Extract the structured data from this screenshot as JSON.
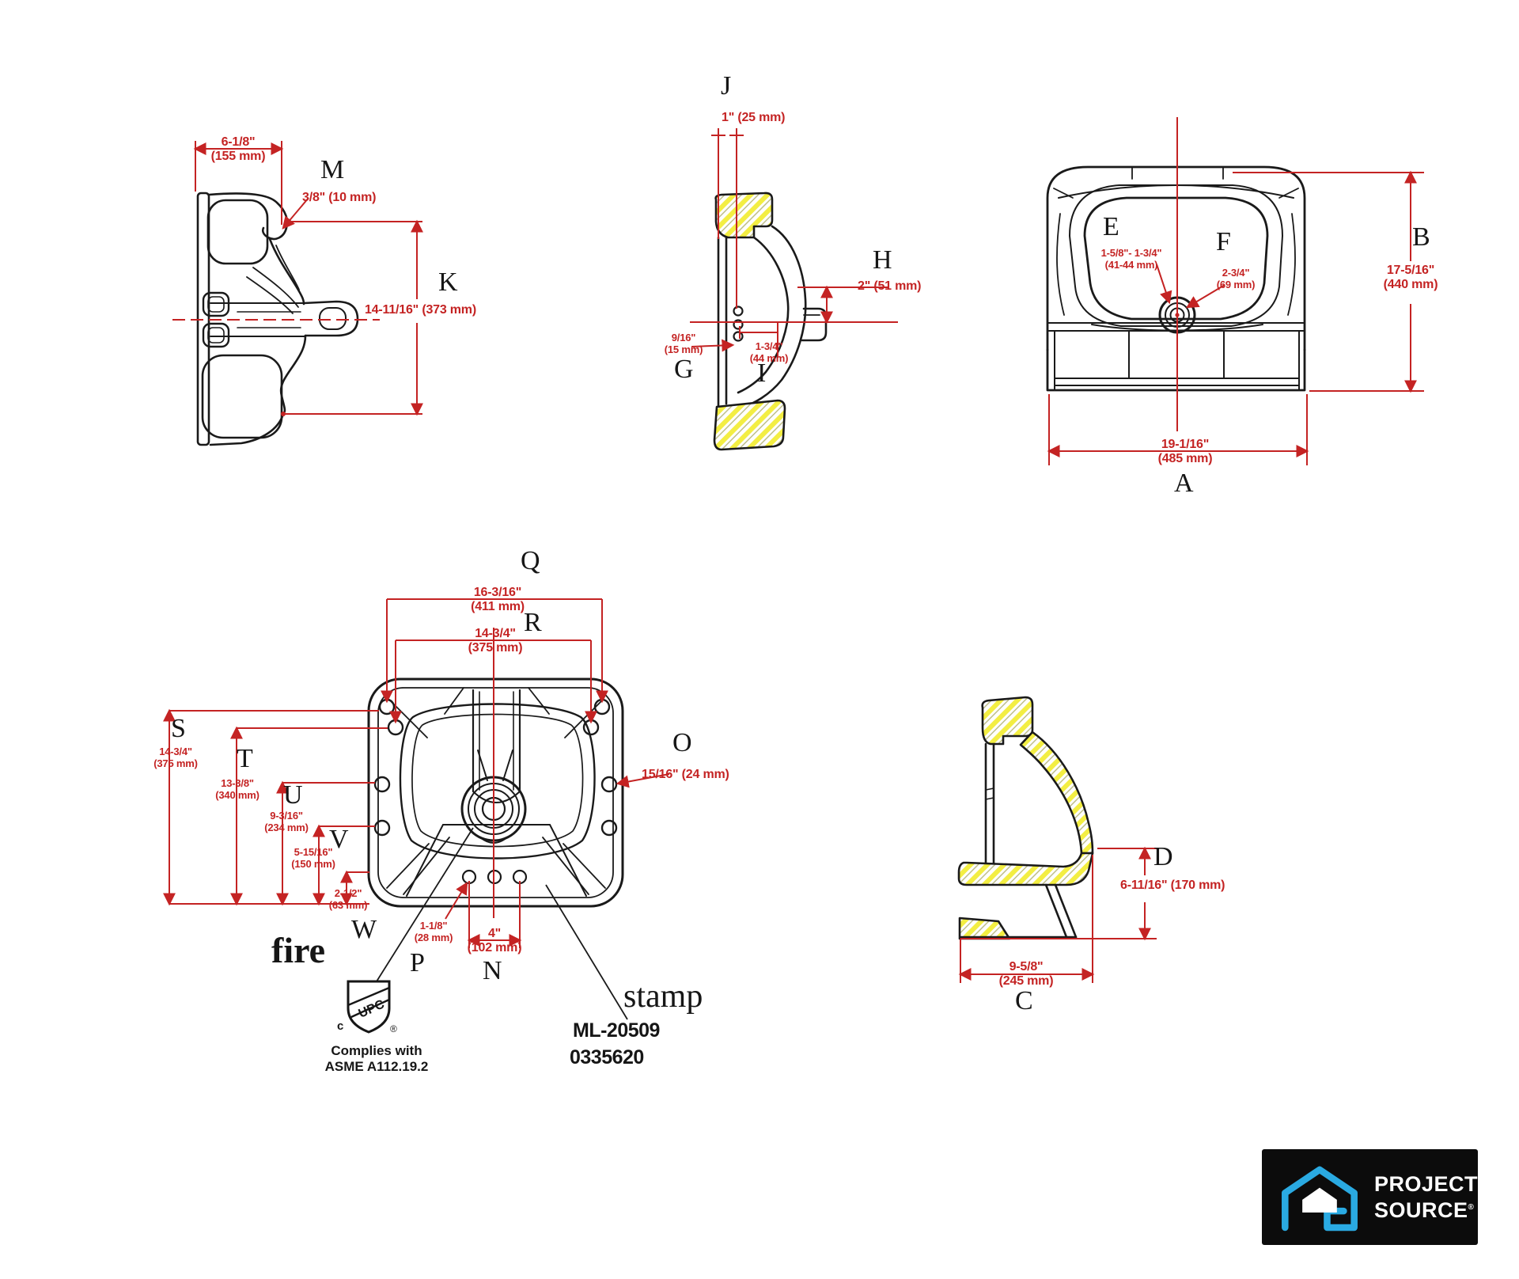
{
  "colors": {
    "dimension_red": "#c42323",
    "line_black": "#1a1a1a",
    "hatch_yellow": "#f3ee43",
    "logo_blue": "#2aaae2",
    "logo_background": "#0c0c0c"
  },
  "dimensions": {
    "side_width": {
      "inches": "6-1/8\"",
      "mm": "(155 mm)"
    },
    "M": {
      "letter": "M",
      "value": "3/8\" (10 mm)"
    },
    "K": {
      "letter": "K",
      "value": "14-11/16\" (373 mm)"
    },
    "J": {
      "letter": "J",
      "value": "1\" (25 mm)"
    },
    "H": {
      "letter": "H",
      "value": "2\" (51 mm)"
    },
    "G": {
      "letter": "G",
      "inches": "9/16\"",
      "mm": "(15 mm)"
    },
    "I": {
      "letter": "I",
      "inches": "1-3/4\"",
      "mm": "(44 mm)"
    },
    "E": {
      "letter": "E",
      "inches": "1-5/8\"- 1-3/4\"",
      "mm": "(41-44 mm)"
    },
    "F": {
      "letter": "F",
      "inches": "2-3/4\"",
      "mm": "(69 mm)"
    },
    "B": {
      "letter": "B",
      "inches": "17-5/16\"",
      "mm": "(440 mm)"
    },
    "A": {
      "letter": "A",
      "inches": "19-1/16\"",
      "mm": "(485 mm)"
    },
    "Q": {
      "letter": "Q",
      "inches": "16-3/16\"",
      "mm": "(411 mm)"
    },
    "R": {
      "letter": "R",
      "inches": "14-3/4\"",
      "mm": "(375 mm)"
    },
    "S": {
      "letter": "S",
      "inches": "14-3/4\"",
      "mm": "(375 mm)"
    },
    "T": {
      "letter": "T",
      "inches": "13-3/8\"",
      "mm": "(340 mm)"
    },
    "U": {
      "letter": "U",
      "inches": "9-3/16\"",
      "mm": "(234 mm)"
    },
    "V": {
      "letter": "V",
      "inches": "5-15/16\"",
      "mm": "(150 mm)"
    },
    "W": {
      "letter": "W",
      "inches": "2-1/2\"",
      "mm": "(63 mm)"
    },
    "O": {
      "letter": "O",
      "value": "15/16\" (24 mm)"
    },
    "P": {
      "letter": "P",
      "inches": "1-1/8\"",
      "mm": "(28 mm)"
    },
    "N": {
      "letter": "N",
      "inches": "4\"",
      "mm": "(102 mm)"
    },
    "D": {
      "letter": "D",
      "value": "6-11/16\" (170 mm)"
    },
    "C": {
      "letter": "C",
      "inches": "9-5/8\"",
      "mm": "(245 mm)"
    }
  },
  "annotations": {
    "fire": "fire",
    "stamp": "stamp",
    "stamp_code_line1": "ML-20509",
    "stamp_code_line2": "0335620",
    "certification_mark": "UPC",
    "certification_c": "c",
    "certification_r": "®",
    "compliance_line1": "Complies with",
    "compliance_line2": "ASME A112.19.2"
  },
  "logo": {
    "brand_line1": "PROJECT",
    "brand_line2": "SOURCE",
    "registered": "®"
  }
}
